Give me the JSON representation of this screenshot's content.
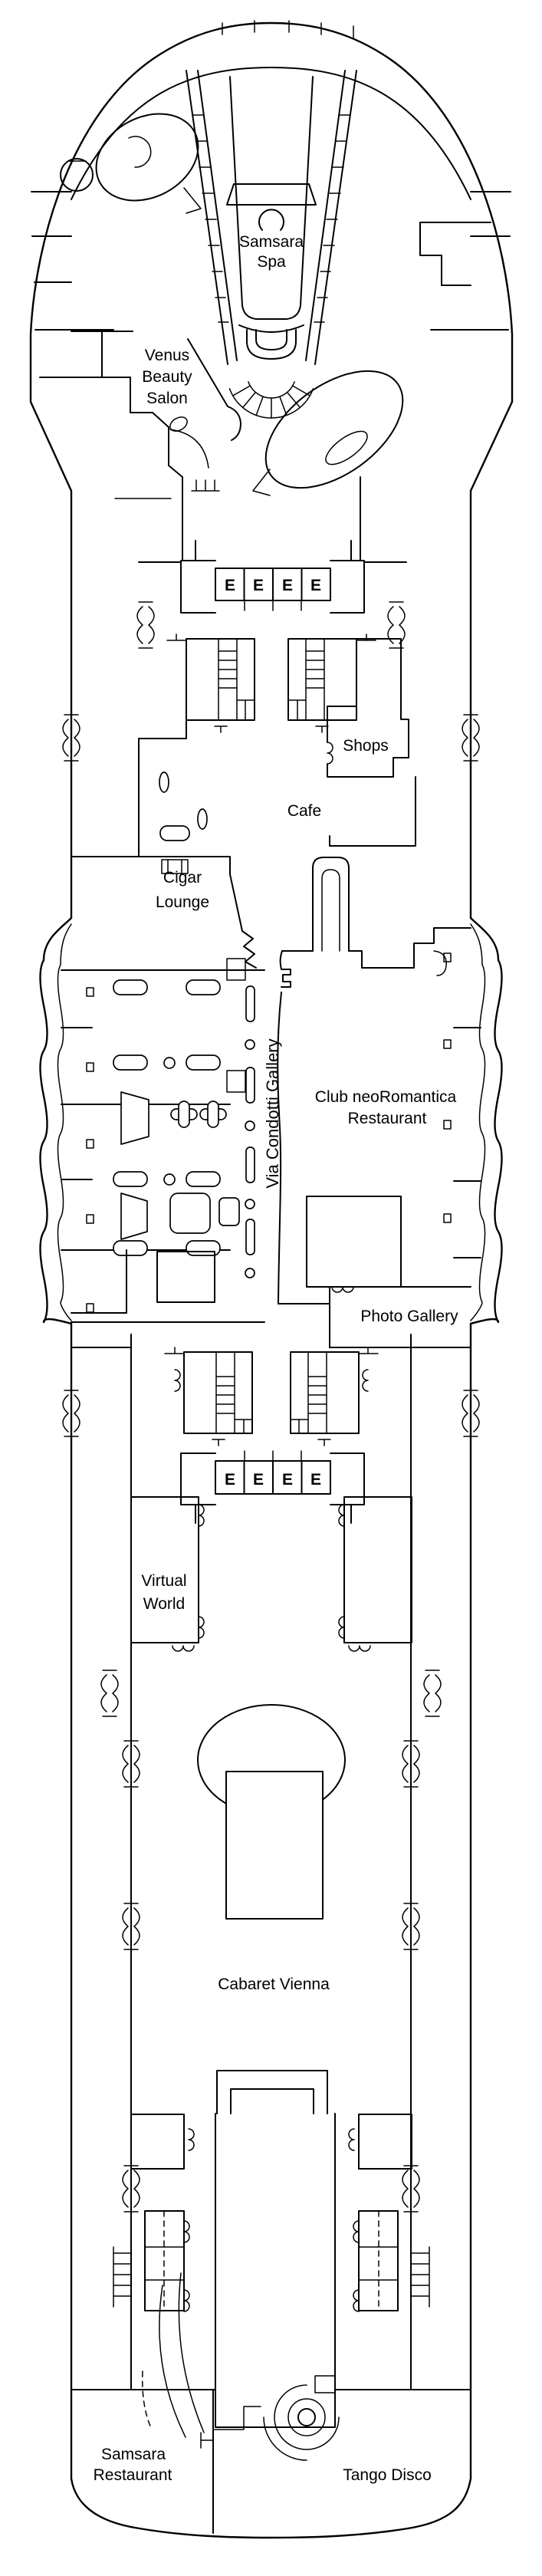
{
  "plan": {
    "background": "#ffffff",
    "line_color": "#000000",
    "text_color": "#000000"
  },
  "elevator": {
    "symbol": "E"
  },
  "venues": {
    "samsara_spa": {
      "line1": "Samsara",
      "line2": "Spa"
    },
    "venus_beauty_salon": {
      "line1": "Venus",
      "line2": "Beauty",
      "line3": "Salon"
    },
    "shops": {
      "label": "Shops"
    },
    "cafe": {
      "label": "Cafe"
    },
    "cigar_lounge": {
      "line1": "Cigar",
      "line2": "Lounge"
    },
    "via_condotti_gallery": {
      "label": "Via Condotti Gallery"
    },
    "club_neoromantica_restaurant": {
      "line1": "Club neoRomantica",
      "line2": "Restaurant"
    },
    "photo_gallery": {
      "label": "Photo Gallery"
    },
    "virtual_world": {
      "line1": "Virtual",
      "line2": "World"
    },
    "cabaret_vienna": {
      "label": "Cabaret Vienna"
    },
    "samsara_restaurant": {
      "line1": "Samsara",
      "line2": "Restaurant"
    },
    "tango_disco": {
      "label": "Tango Disco"
    }
  }
}
